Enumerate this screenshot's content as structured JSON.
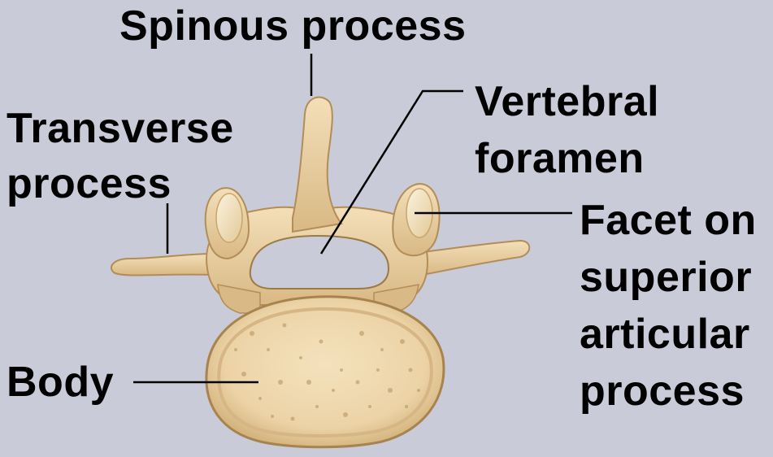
{
  "labels": {
    "spinous_process": "Spinous process",
    "transverse_process": [
      "Transverse",
      "process"
    ],
    "vertebral_foramen": [
      "Vertebral",
      "foramen"
    ],
    "facet": [
      "Facet on",
      "superior",
      "articular",
      "process"
    ],
    "body": "Body"
  },
  "colors": {
    "background": "#c9cbd9",
    "bone": "#ecd3a6",
    "bone_shadow": "#c9a46b",
    "bone_dark": "#9c7a45",
    "leader_line": "#000000"
  }
}
